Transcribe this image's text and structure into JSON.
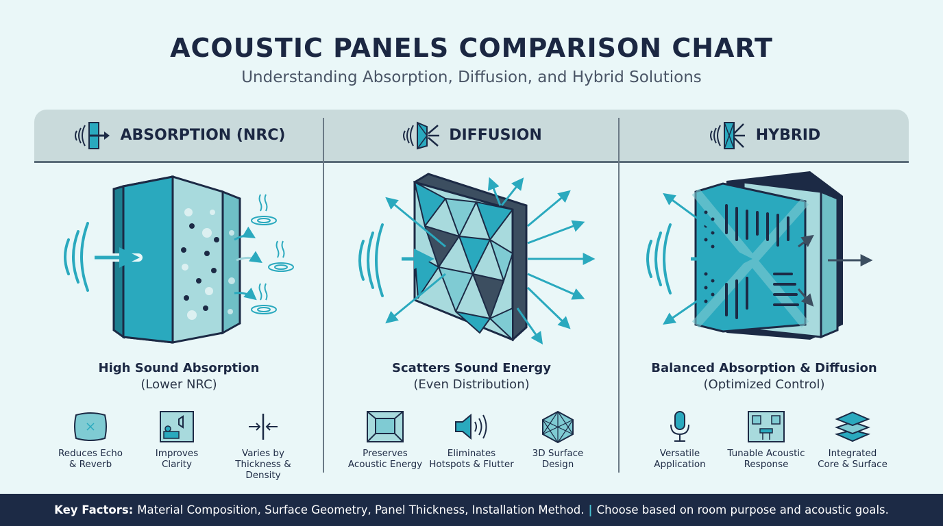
{
  "title": "ACOUSTIC PANELS COMPARISON CHART",
  "subtitle": "Understanding Absorption, Diffusion, and Hybrid Solutions",
  "columns": [
    {
      "heading": "ABSORPTION (NRC)",
      "caption_main": "High Sound Absorption",
      "caption_sub": "(Lower NRC)",
      "features": [
        {
          "label": "Reduces Echo\n& Reverb",
          "icon": "pillow-icon"
        },
        {
          "label": "Improves\nClarity",
          "icon": "room-speaker-icon"
        },
        {
          "label": "Varies by\nThickness & Density",
          "icon": "thickness-arrows-icon"
        }
      ]
    },
    {
      "heading": "DIFFUSION",
      "caption_main": "Scatters Sound Energy",
      "caption_sub": "(Even Distribution)",
      "features": [
        {
          "label": "Preserves\nAcoustic Energy",
          "icon": "room-perspective-icon"
        },
        {
          "label": "Eliminates\nHotspots & Flutter",
          "icon": "speaker-icon"
        },
        {
          "label": "3D Surface\nDesign",
          "icon": "polyhedron-icon"
        }
      ]
    },
    {
      "heading": "HYBRID",
      "caption_main": "Balanced Absorption & Diffusion",
      "caption_sub": "(Optimized Control)",
      "features": [
        {
          "label": "Versatile\nApplication",
          "icon": "microphone-icon"
        },
        {
          "label": "Tunable Acoustic\nResponse",
          "icon": "studio-room-icon"
        },
        {
          "label": "Integrated\nCore & Surface",
          "icon": "layers-icon"
        }
      ]
    }
  ],
  "footer": {
    "label": "Key Factors:",
    "factors": "Material Composition, Surface Geometry, Panel Thickness, Installation Method.",
    "separator": "|",
    "advice": "Choose based on room purpose and acoustic goals."
  },
  "colors": {
    "teal": "#2aa9be",
    "navy": "#1c2a45",
    "light_teal": "#a8dadd",
    "background": "#eaf7f8"
  }
}
